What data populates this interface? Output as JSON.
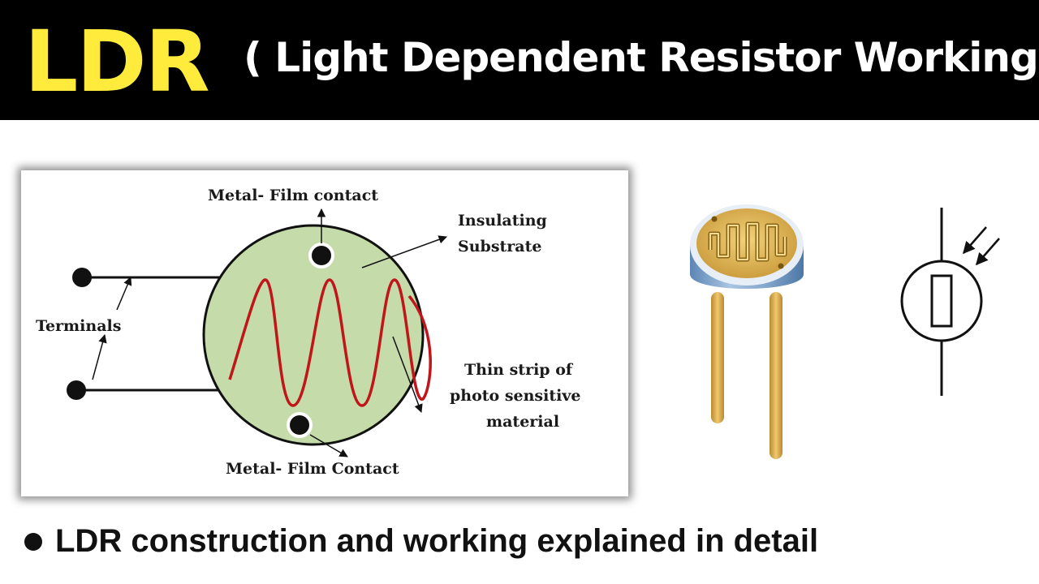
{
  "banner": {
    "logo": "LDR",
    "subtitle": "( Light Dependent Resistor Working )",
    "colors": {
      "background": "#000000",
      "logo": "#FFEB3B",
      "subtitle": "#FFFFFF"
    }
  },
  "diagram": {
    "labels": {
      "top_contact": "Metal- Film contact",
      "substrate_line1": "Insulating",
      "substrate_line2": "Substrate",
      "terminals": "Terminals",
      "strip_line1": "Thin strip of",
      "strip_line2": "photo sensitive",
      "strip_line3": "material",
      "bottom_contact": "Metal- Film Contact"
    },
    "colors": {
      "disc": "#C5DBA9",
      "strip": "#C0161B",
      "line": "#111111"
    }
  },
  "photo": {
    "icon": "ldr-component-photo-icon",
    "colors": {
      "face": "#D9B24A",
      "track": "#8A6418",
      "body": "#7FA3C9",
      "leads": "#D8A84A"
    }
  },
  "symbol": {
    "icon": "ldr-circuit-symbol-icon"
  },
  "caption": {
    "bullet_icon": "bullet-icon",
    "text": "LDR construction and working explained in detail"
  }
}
